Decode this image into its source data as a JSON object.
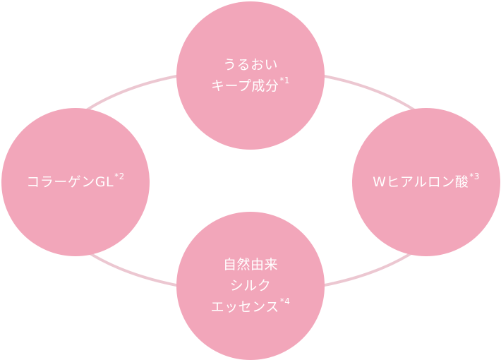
{
  "colors": {
    "circle_fill": "#f2a6ba",
    "ring_stroke": "#ecc7d1",
    "text": "#ffffff"
  },
  "nodes": {
    "top": {
      "line1": "うるおい",
      "line2": "キープ成分",
      "note": "*1"
    },
    "left": {
      "line1": "コラーゲンGL",
      "note": "*2"
    },
    "right": {
      "line1": "Wヒアルロン酸",
      "note": "*3"
    },
    "bottom": {
      "line1": "自然由来",
      "line2": "シルク",
      "line3": "エッセンス",
      "note": "*4"
    }
  }
}
